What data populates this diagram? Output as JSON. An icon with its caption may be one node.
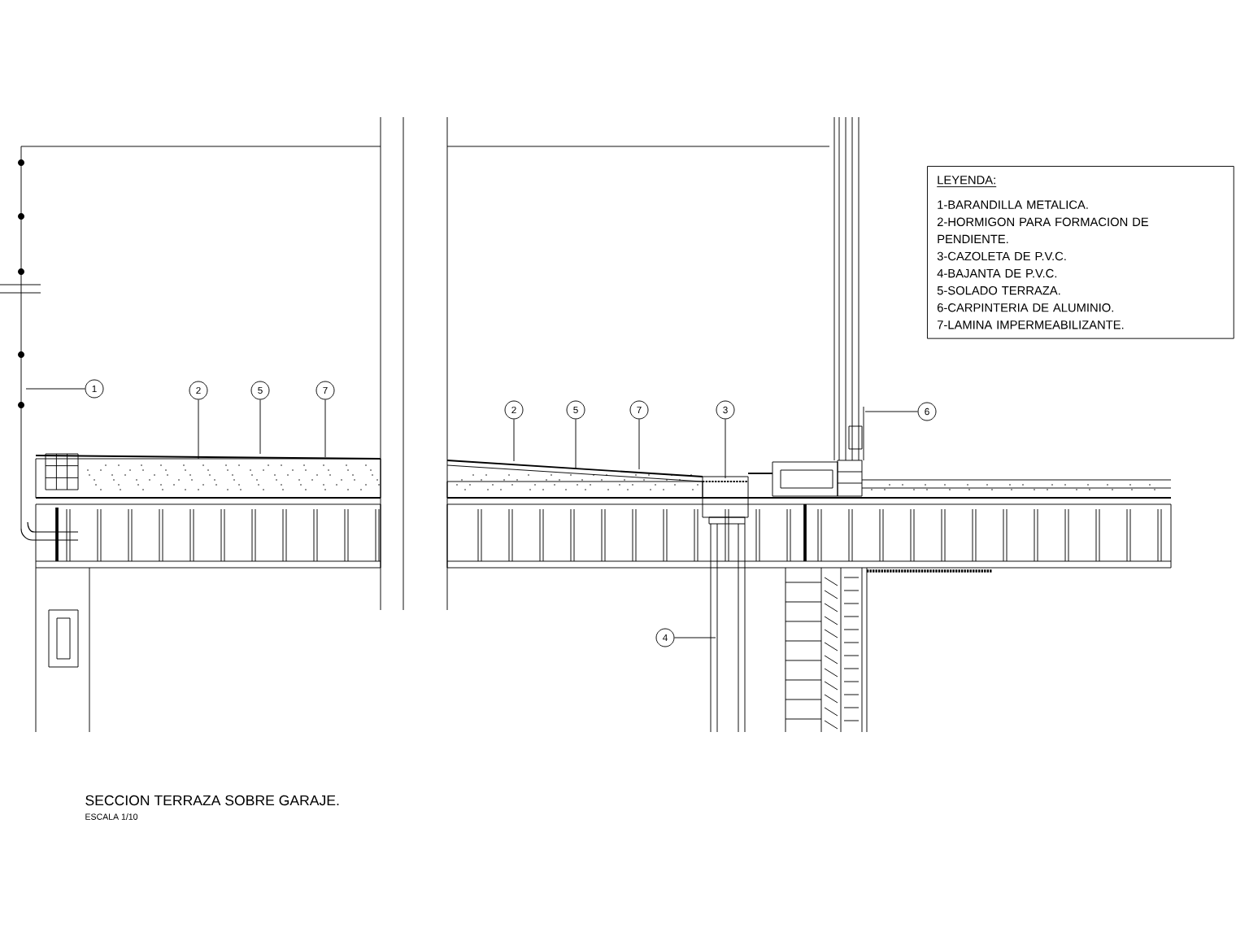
{
  "diagram": {
    "title": "SECCION TERRAZA SOBRE GARAJE.",
    "nodes": [
      {
        "text": [
          "1"
        ]
      },
      {
        "text": [
          "2"
        ]
      },
      {
        "text": [
          "5"
        ]
      },
      {
        "text": [
          "7"
        ]
      },
      {
        "text": [
          "2"
        ]
      },
      {
        "text": [
          "5"
        ]
      },
      {
        "text": [
          "7"
        ]
      },
      {
        "text": [
          "3"
        ]
      },
      {
        "text": [
          "4"
        ]
      },
      {
        "text": [
          "6"
        ]
      },
      {
        "text": [
          "LEYENDA:",
          "1-BARANDILLA METALICA.",
          "2-HORMIGON PARA FORMACION DE PENDIENTE.",
          "3-CAZOLETA DE P.V.C.",
          "4-BAJANTA DE P.V.C.",
          "5-SOLADO TERRAZA.",
          "6-CARPINTERIA DE ALUMINIO.",
          "7-LAMINA IMPERMEABILIZANTE."
        ]
      }
    ],
    "edges": [
      {
        "from": 0,
        "to": null,
        "arrow": "none"
      },
      {
        "from": 1,
        "to": null,
        "arrow": "none"
      },
      {
        "from": 2,
        "to": null,
        "arrow": "none"
      },
      {
        "from": 3,
        "to": null,
        "arrow": "none"
      },
      {
        "from": 4,
        "to": null,
        "arrow": "none"
      },
      {
        "from": 5,
        "to": null,
        "arrow": "none"
      },
      {
        "from": 6,
        "to": null,
        "arrow": "none"
      },
      {
        "from": 7,
        "to": null,
        "arrow": "none"
      },
      {
        "from": 8,
        "to": null,
        "arrow": "none"
      },
      {
        "from": 9,
        "to": null,
        "arrow": "none"
      }
    ],
    "labels": [
      "ESCALA 1/10"
    ]
  }
}
